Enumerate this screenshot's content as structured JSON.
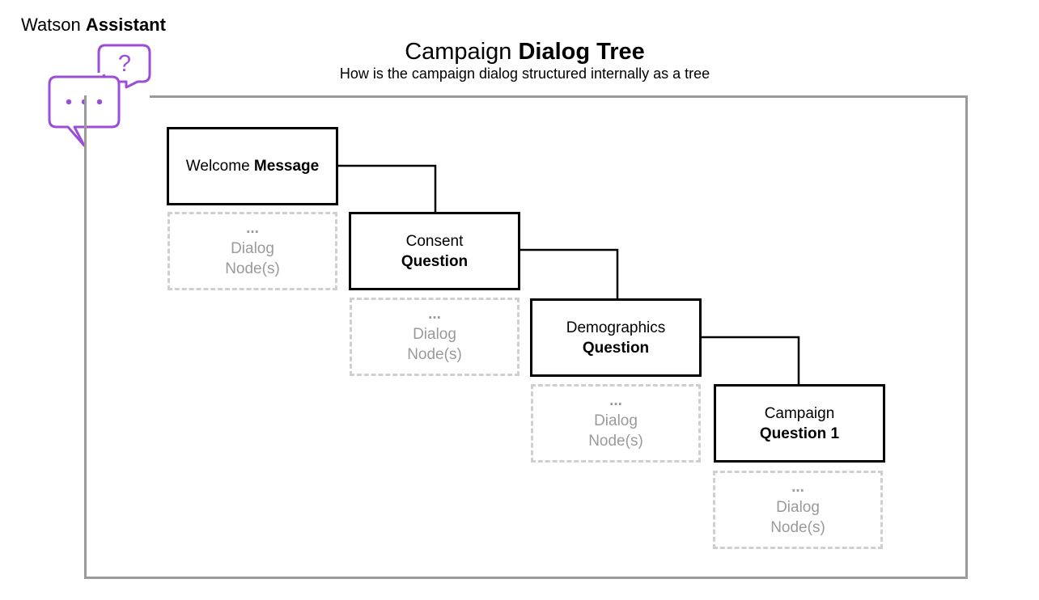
{
  "brand": {
    "prefix": "Watson",
    "bold": "Assistant"
  },
  "logo": {
    "icon": "chat-bubbles-icon",
    "color": "#9B4FD6",
    "question_mark": "?",
    "dots": "•••"
  },
  "header": {
    "title_prefix": "Campaign",
    "title_bold": "Dialog Tree",
    "subtitle": "How is the campaign dialog structured internally as a tree"
  },
  "nodes": [
    {
      "line1": "Welcome",
      "line2": "Message"
    },
    {
      "line1": "Consent",
      "line2": "Question"
    },
    {
      "line1": "Demographics",
      "line2": "Question"
    },
    {
      "line1": "Campaign",
      "line2": "Question 1"
    }
  ],
  "placeholder": {
    "dots": "...",
    "line1": "Dialog",
    "line2": "Node(s)"
  },
  "colors": {
    "frame": "#9a9a9a",
    "placeholder_border": "#cfcfcf",
    "placeholder_text": "#9a9a9a",
    "node_border": "#000000"
  }
}
